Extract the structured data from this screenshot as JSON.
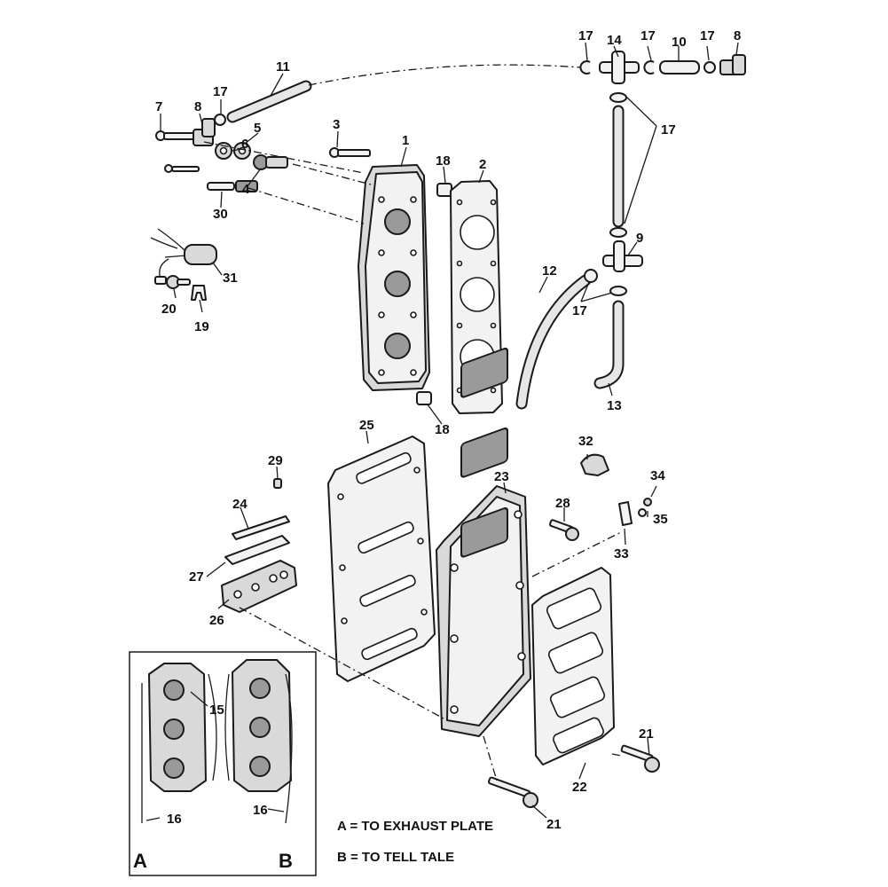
{
  "callouts": {
    "c1": "1",
    "c2": "2",
    "c3": "3",
    "c4": "4",
    "c5": "5",
    "c6": "6",
    "c7": "7",
    "c8a": "8",
    "c8b": "8",
    "c9": "9",
    "c10": "10",
    "c11": "11",
    "c12": "12",
    "c13": "13",
    "c14": "14",
    "c15": "15",
    "c16a": "16",
    "c16b": "16",
    "c17a": "17",
    "c17b": "17",
    "c17c": "17",
    "c17d": "17",
    "c17e": "17",
    "c17f": "17",
    "c18a": "18",
    "c18b": "18",
    "c19": "19",
    "c20": "20",
    "c21a": "21",
    "c21b": "21",
    "c22": "22",
    "c23": "23",
    "c24": "24",
    "c25": "25",
    "c26": "26",
    "c27": "27",
    "c28": "28",
    "c29": "29",
    "c30": "30",
    "c31": "31",
    "c32": "32",
    "c33": "33",
    "c34": "34",
    "c35": "35"
  },
  "legend": {
    "line_a": "A = TO EXHAUST PLATE",
    "line_b": "B = TO TELL TALE"
  },
  "inset": {
    "label_a": "A",
    "label_b": "B"
  }
}
